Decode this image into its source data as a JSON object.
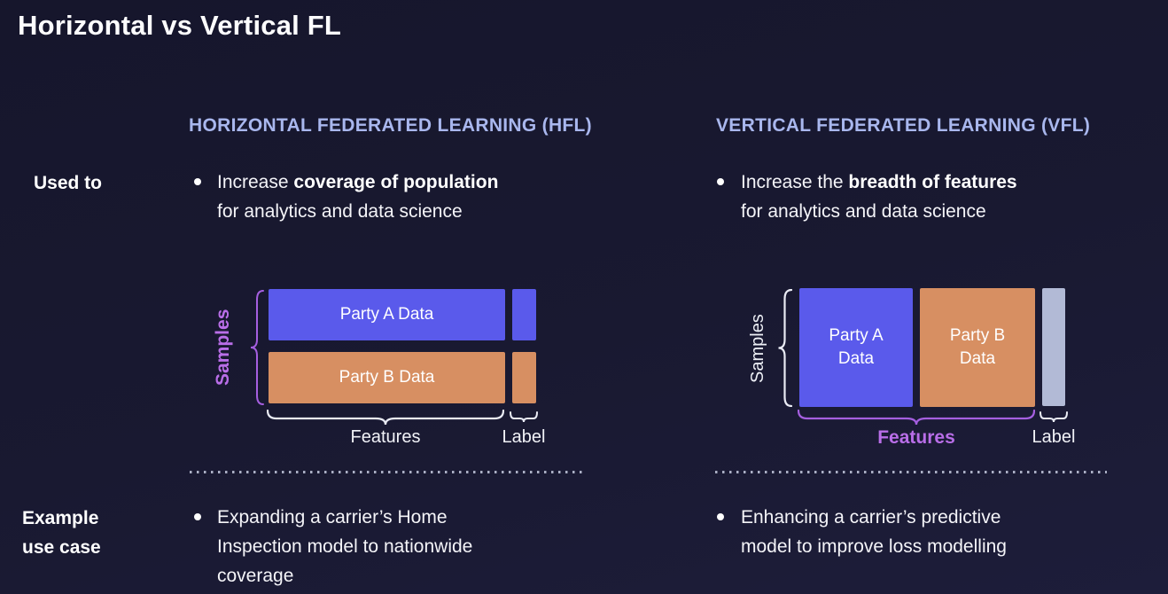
{
  "slide": {
    "title": "Horizontal vs Vertical FL"
  },
  "labels": {
    "used_to": "Used to",
    "example_line1": "Example",
    "example_line2": "use case"
  },
  "hfl": {
    "header": "HORIZONTAL FEDERATED LEARNING (HFL)",
    "used_to": {
      "pre": "Increase ",
      "bold": "coverage of population",
      "line2": "for analytics and data science"
    },
    "example_lines": [
      "Expanding a carrier’s Home",
      "Inspection model to nationwide",
      "coverage"
    ],
    "diagram": {
      "samples": "Samples",
      "features": "Features",
      "label": "Label",
      "party_a": "Party A Data",
      "party_b": "Party B Data"
    }
  },
  "vfl": {
    "header": "VERTICAL FEDERATED LEARNING (VFL)",
    "used_to": {
      "pre": "Increase the ",
      "bold": "breadth of features",
      "line2": "for analytics and data science"
    },
    "example_lines": [
      "Enhancing a carrier’s predictive",
      "model to improve loss modelling"
    ],
    "diagram": {
      "samples": "Samples",
      "features": "Features",
      "label": "Label",
      "party_a": "Party A Data",
      "party_b": "Party B Data"
    }
  },
  "colors": {
    "background": "#191931",
    "blue": "#5a5aeb",
    "orange": "#d78f62",
    "gray_label": "#b2bad6",
    "purple": "#b96ee8",
    "purple_brace": "#a55fe0",
    "header_blue": "#a9b7ee"
  }
}
